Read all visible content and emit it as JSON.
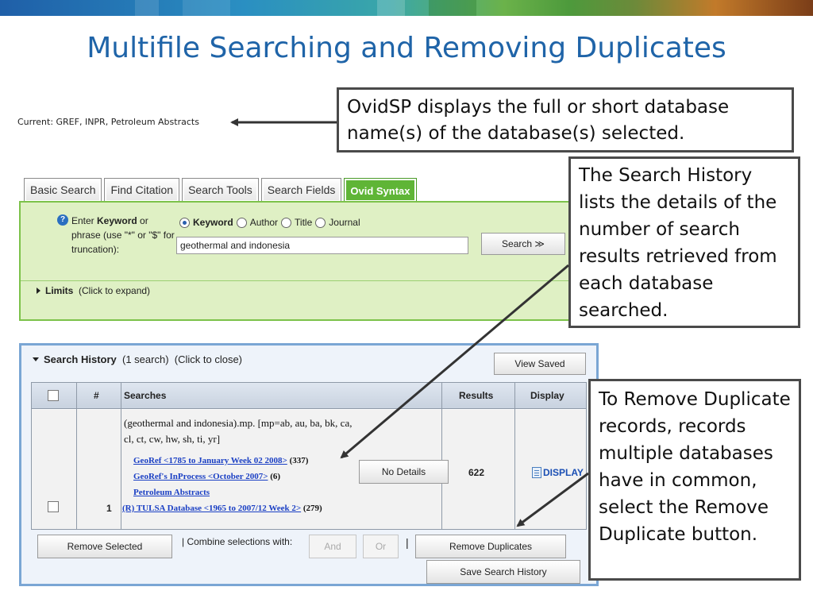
{
  "slide": {
    "title": "Multifile Searching and Removing Duplicates"
  },
  "current_databases": "Current: GREF, INPR, Petroleum Abstracts",
  "callouts": {
    "database_names": "OvidSP displays the full or short database name(s) of the database(s) selected.",
    "search_history": "The Search History lists the details of the number of search results retrieved from each database searched.",
    "remove_duplicates": "To Remove Duplicate records, records multiple databases have in common, select the Remove Duplicate button."
  },
  "tabs": [
    {
      "label": "Basic Search",
      "active": false
    },
    {
      "label": "Find Citation",
      "active": false
    },
    {
      "label": "Search Tools",
      "active": false
    },
    {
      "label": "Search Fields",
      "active": false
    },
    {
      "label": "Ovid Syntax",
      "active": true
    }
  ],
  "search": {
    "enter_prefix": "Enter ",
    "enter_keyword": "Keyword",
    "enter_suffix": " or phrase (use \"*\" or \"$\" for truncation):",
    "options": [
      {
        "label": "Keyword",
        "selected": true
      },
      {
        "label": "Author",
        "selected": false
      },
      {
        "label": "Title",
        "selected": false
      },
      {
        "label": "Journal",
        "selected": false
      }
    ],
    "query_value": "geothermal and indonesia",
    "button_label": "Search ≫",
    "limits_label": "Limits",
    "limits_hint": "(Click to expand)"
  },
  "history": {
    "title": "Search History",
    "count_text": "(1 search)",
    "hint": "(Click to close)",
    "view_saved_label": "View Saved",
    "columns": {
      "num": "#",
      "searches": "Searches",
      "results": "Results",
      "display": "Display"
    },
    "rows": [
      {
        "num": "1",
        "query": "(geothermal and indonesia).mp. [mp=ab, au, ba, bk, ca, cl, ct, cw, hw, sh, ti, yr]",
        "databases": [
          {
            "name": "GeoRef <1785 to January Week 02 2008>",
            "count": " (337)"
          },
          {
            "name": "GeoRef's InProcess <October 2007>",
            "count": " (6)"
          },
          {
            "name": "Petroleum Abstracts",
            "count": ""
          },
          {
            "name": "(R) TULSA Database <1965 to 2007/12 Week 2>",
            "count": " (279)"
          }
        ],
        "no_details_label": "No Details",
        "results": "622",
        "display_label": "DISPLAY"
      }
    ],
    "remove_selected_label": "Remove Selected",
    "combine_label": "| Combine selections with:",
    "and_label": "And",
    "or_label": "Or",
    "separator": "|",
    "remove_duplicates_label": "Remove Duplicates",
    "save_history_label": "Save Search History"
  },
  "colors": {
    "title": "#1f64a8",
    "active_tab": "#5fb536",
    "search_panel_bg": "#dff0c4",
    "history_border": "#7aa6d4",
    "link": "#1a3fc4"
  }
}
